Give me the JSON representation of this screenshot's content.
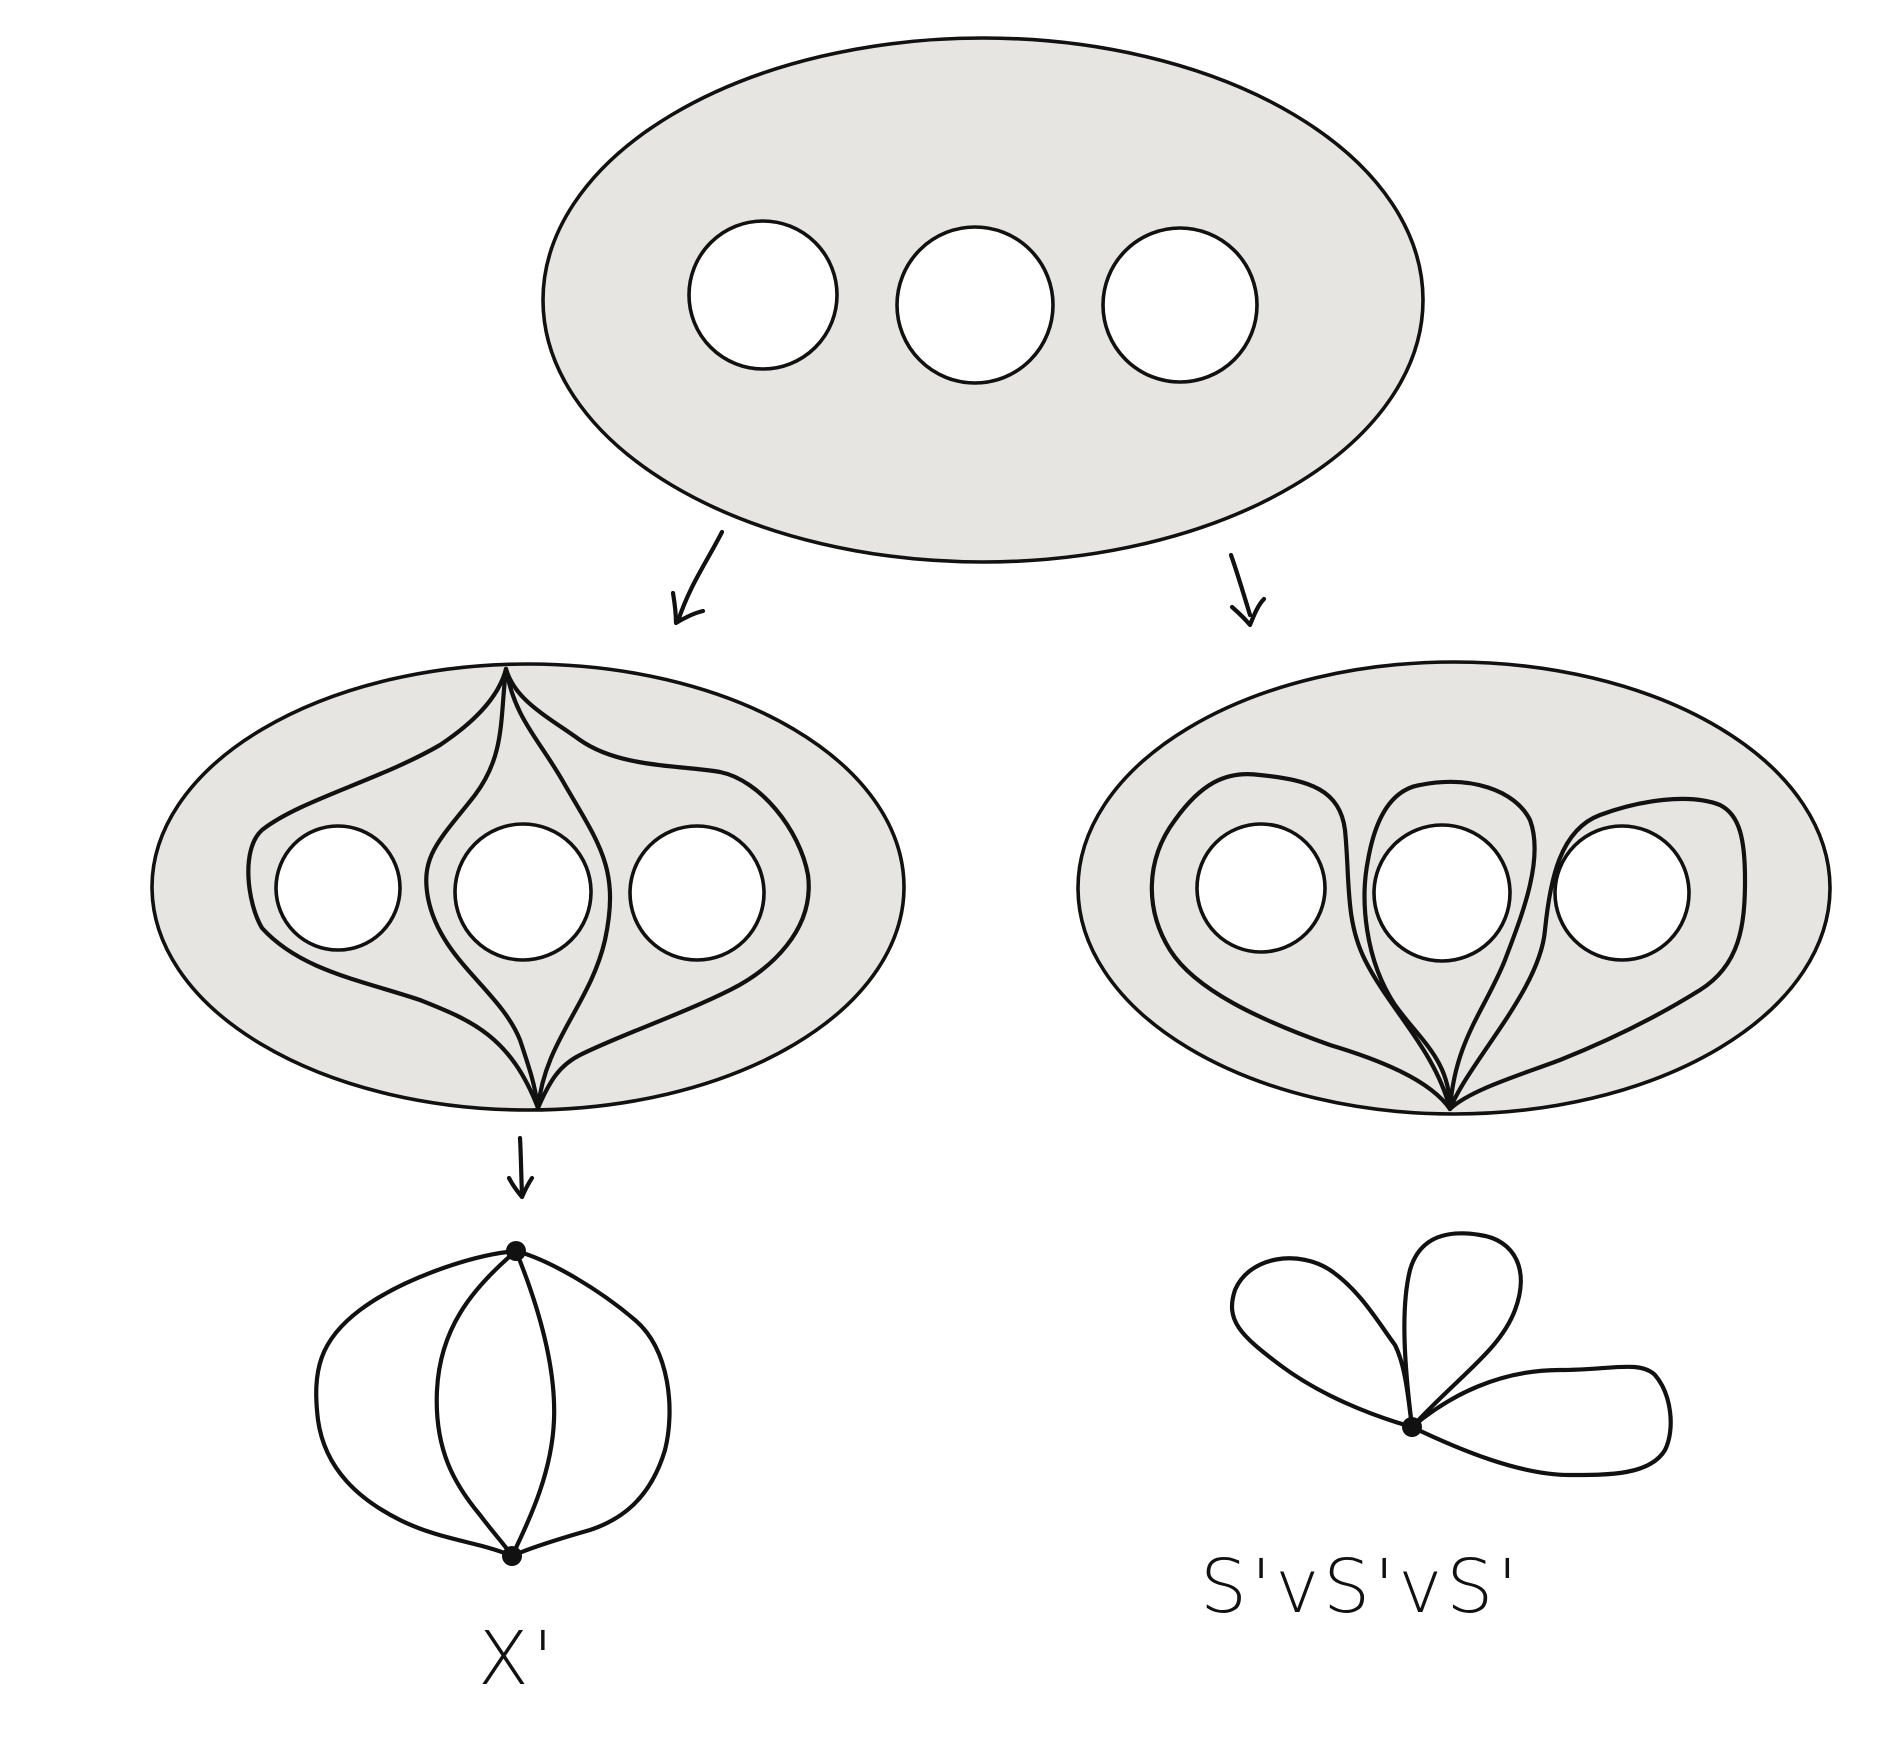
{
  "labels": {
    "wedge_graph": "X'",
    "wedge_of_circles": "S'vS'vS'"
  },
  "colors": {
    "surface_fill": "#e6e5e2",
    "stroke": "#111111",
    "background": "#ffffff"
  },
  "surface": {
    "boundary_holes": 3
  },
  "graphs": {
    "theta_like": {
      "vertices": 2,
      "edges": 4
    },
    "bouquet": {
      "vertices": 1,
      "loops": 3
    }
  }
}
